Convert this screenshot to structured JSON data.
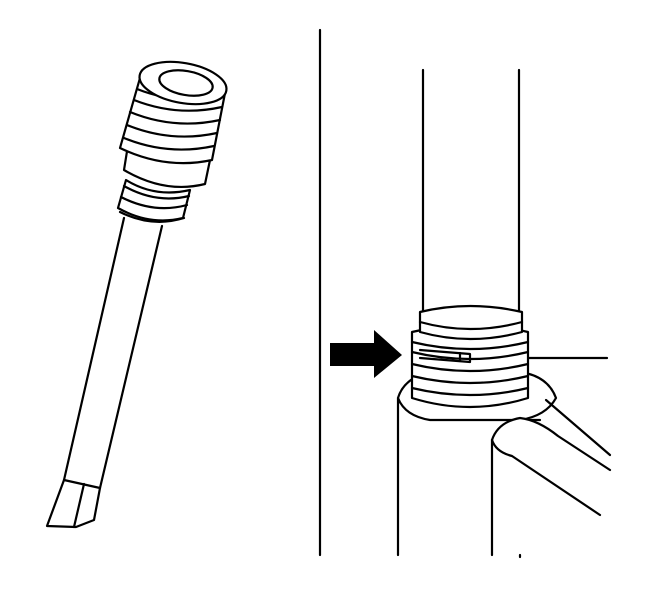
{
  "figure": {
    "background": "#ffffff",
    "ink_color": "#000000",
    "panels": [
      {
        "name": "tool",
        "depicts": "threaded-tool-with-hex-shank"
      },
      {
        "name": "installed-view",
        "depicts": "tube-with-threaded-fitting-in-body"
      }
    ],
    "callout": {
      "icon": "arrow-right-icon",
      "points_to": "thread-end"
    }
  }
}
